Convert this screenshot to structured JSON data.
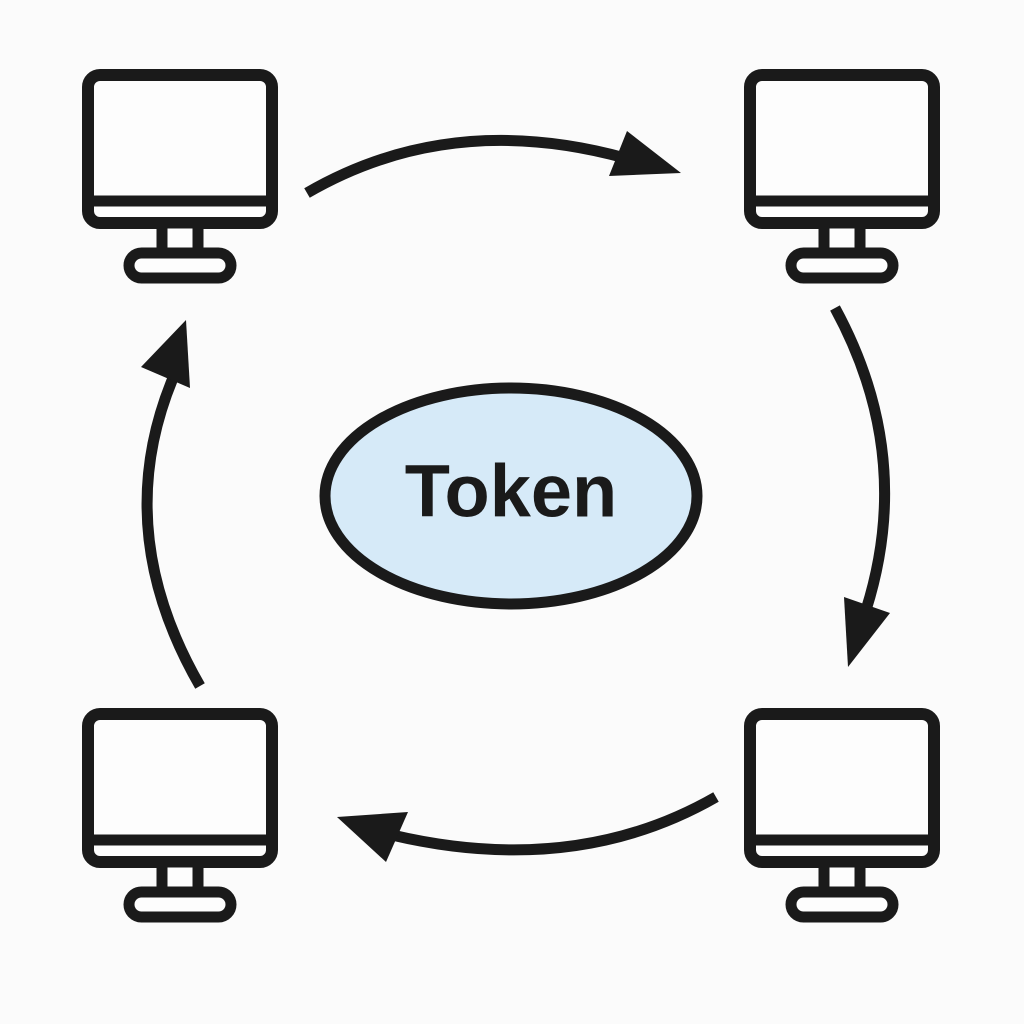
{
  "diagram": {
    "token": {
      "label": "Token",
      "fill_color": "#d6eaf8",
      "stroke_color": "#1a1a1a"
    },
    "computers": [
      {
        "name": "computer-top-left",
        "icon": "desktop-monitor-icon"
      },
      {
        "name": "computer-top-right",
        "icon": "desktop-monitor-icon"
      },
      {
        "name": "computer-bottom-right",
        "icon": "desktop-monitor-icon"
      },
      {
        "name": "computer-bottom-left",
        "icon": "desktop-monitor-icon"
      }
    ],
    "flow": {
      "direction": "clockwise",
      "arrows": [
        {
          "name": "arrow-top-left-to-top-right",
          "from": "computer-top-left",
          "to": "computer-top-right"
        },
        {
          "name": "arrow-top-right-to-bottom-right",
          "from": "computer-top-right",
          "to": "computer-bottom-right"
        },
        {
          "name": "arrow-bottom-right-to-bottom-left",
          "from": "computer-bottom-right",
          "to": "computer-bottom-left"
        },
        {
          "name": "arrow-bottom-left-to-top-left",
          "from": "computer-bottom-left",
          "to": "computer-top-left"
        }
      ]
    },
    "colors": {
      "line": "#1a1a1a",
      "background": "#fbfbfb",
      "screen": "#fdfdfd"
    }
  }
}
